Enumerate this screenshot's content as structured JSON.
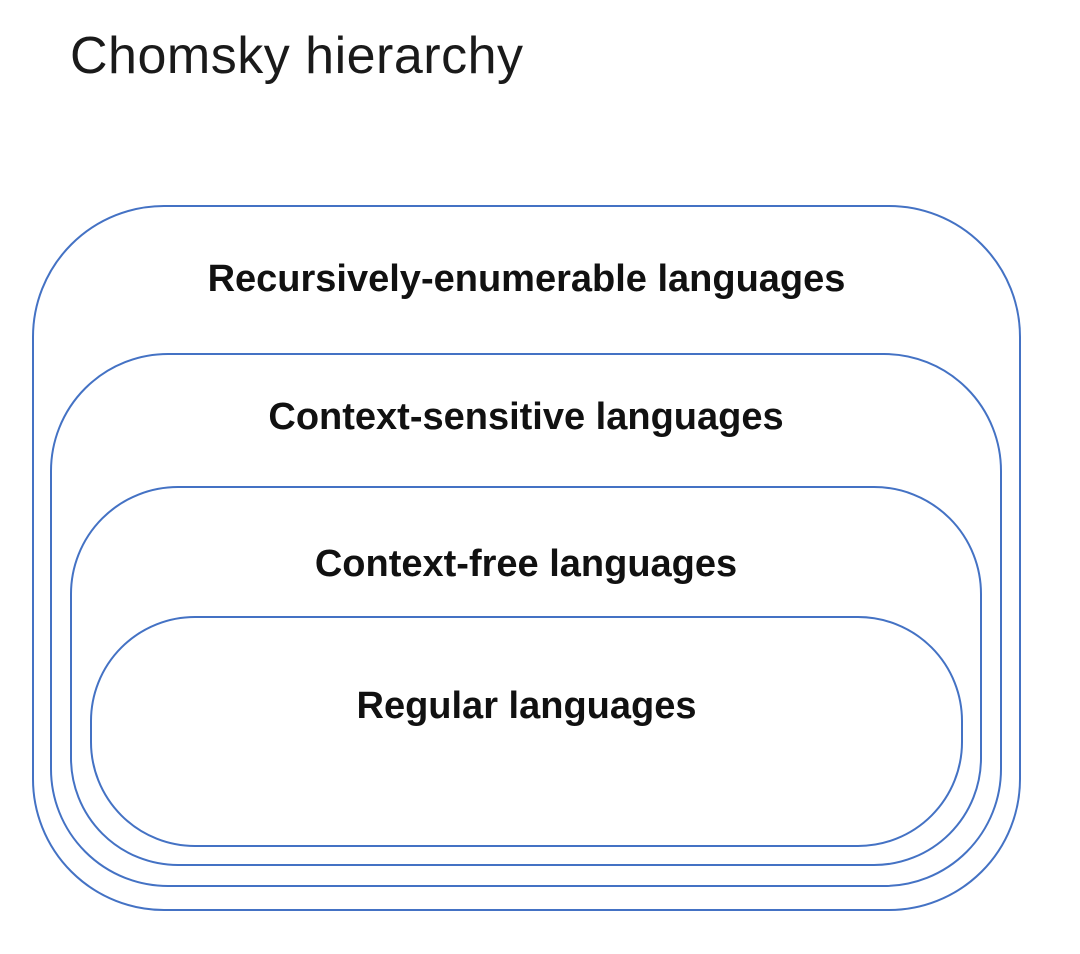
{
  "title": "Chomsky hierarchy",
  "diagram": {
    "type": "nested-sets",
    "line_color": "#4472C4",
    "text_color": "#111111",
    "levels": [
      {
        "rank": 0,
        "label": "Recursively-enumerable languages"
      },
      {
        "rank": 1,
        "label": "Context-sensitive languages"
      },
      {
        "rank": 2,
        "label": "Context-free languages"
      },
      {
        "rank": 3,
        "label": "Regular languages"
      }
    ]
  }
}
